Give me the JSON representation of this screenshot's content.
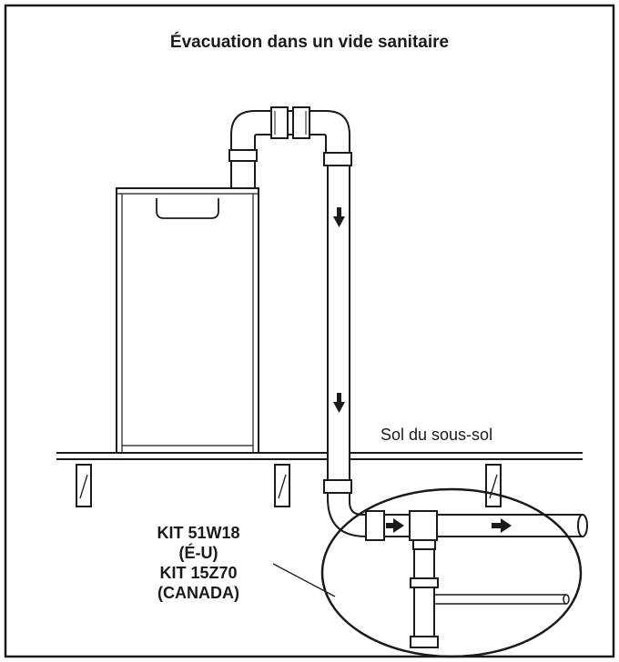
{
  "diagram": {
    "title": "Évacuation dans un vide sanitaire",
    "floor_label": "Sol du sous-sol",
    "kit_lines": [
      "KIT 51W18",
      "(É-U)",
      "KIT 15Z70",
      "(CANADA)"
    ],
    "colors": {
      "line": "#1a1a1a",
      "background": "#ffffff"
    }
  }
}
